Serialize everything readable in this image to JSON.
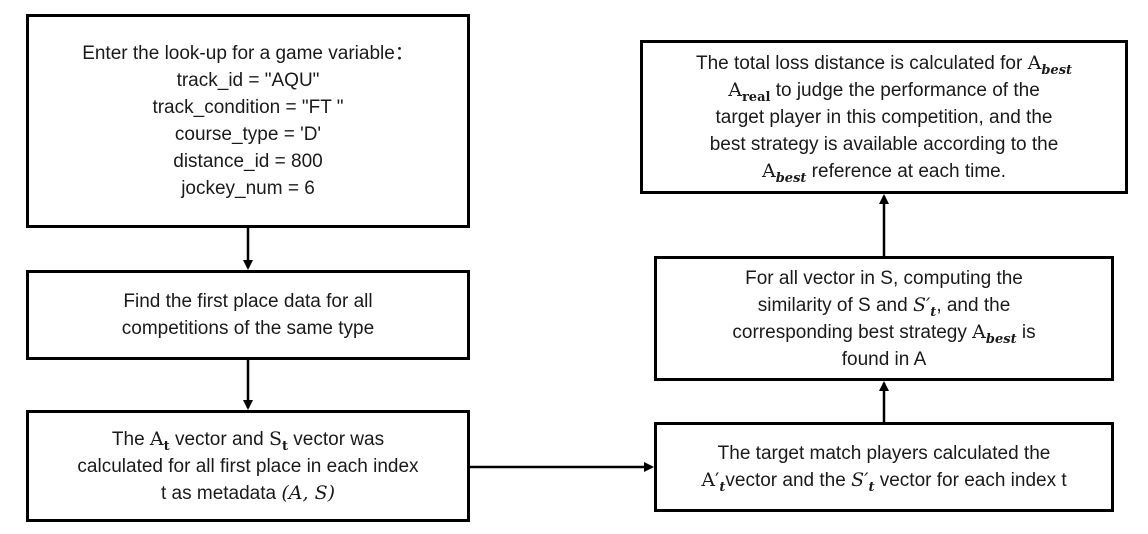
{
  "nodes": {
    "input": {
      "lines": [
        "Enter the look-up for a game variable：",
        "track_id = \"AQU\"",
        "track_condition = \"FT \"",
        "course_type = 'D'",
        "distance_id = 800",
        "jockey_num = 6"
      ]
    },
    "find": {
      "lines": [
        "Find the first place data for all",
        "competitions of the same type"
      ]
    },
    "calc": {
      "l1_pre": "The ",
      "l1_A": "A",
      "l1_Asub": "t",
      "l1_mid": " vector and ",
      "l1_S": "S",
      "l1_Ssub": "t",
      "l1_post": " vector was",
      "l2": "calculated for all first place in each index",
      "l3_pre": "t as metadata ",
      "l3_math": "(A,  S)"
    },
    "target": {
      "l1": "The target match players calculated the",
      "l2_A": "A′",
      "l2_Asub": "t",
      "l2_mid": "vector and the ",
      "l2_S": "S′",
      "l2_Ssub": "t",
      "l2_post": " vector for each index t"
    },
    "similarity": {
      "l1": "For all vector in S, computing the",
      "l2_pre": "similarity of  S and ",
      "l2_S": "S′",
      "l2_Ssub": "t",
      "l2_post": ", and the",
      "l3_pre": "corresponding best strategy ",
      "l3_A": "A",
      "l3_Asub": "best",
      "l3_post": " is",
      "l4": "found in A"
    },
    "loss": {
      "l1_pre": "The total loss distance is calculated for ",
      "l1_A": "A",
      "l1_Asub": "best",
      "l2_A": "A",
      "l2_Asub": "real",
      "l2_post": " to judge the performance of the",
      "l3": "target player in this competition, and the",
      "l4": "best strategy is available according to the",
      "l5_A": "A",
      "l5_Asub": "best",
      "l5_post": " reference at each time."
    }
  }
}
